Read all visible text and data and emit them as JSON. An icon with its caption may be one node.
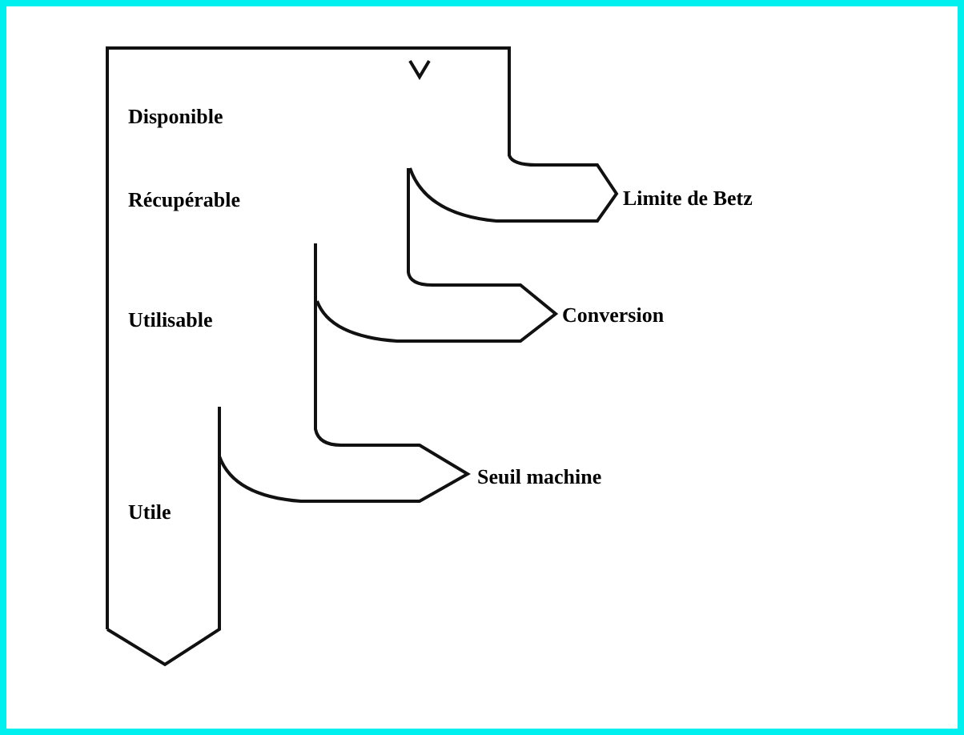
{
  "diagram": {
    "labels": [
      "Disponible",
      "Récupérable",
      "Limite de Betz",
      "Conversion",
      "Utilisable",
      "Seuil machine",
      "Utile"
    ]
  }
}
